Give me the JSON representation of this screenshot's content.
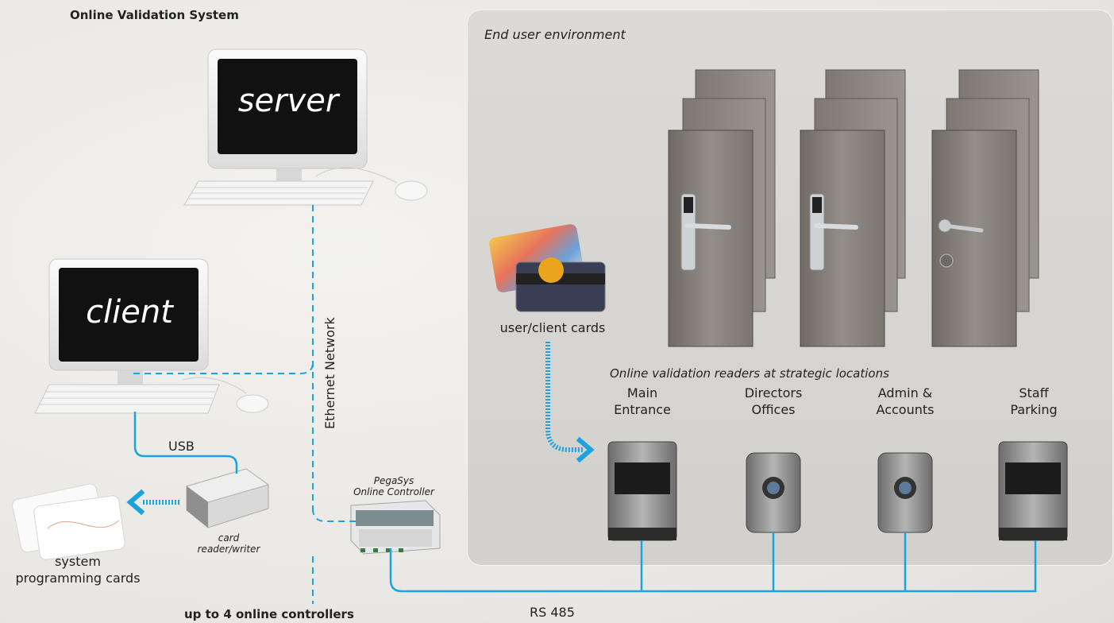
{
  "title": "Online Validation System",
  "environment": {
    "title": "End user environment",
    "readers_caption": "Online validation readers at strategic locations",
    "readers": [
      {
        "line1": "Main",
        "line2": "Entrance"
      },
      {
        "line1": "Directors",
        "line2": "Offices"
      },
      {
        "line1": "Admin &",
        "line2": "Accounts"
      },
      {
        "line1": "Staff",
        "line2": "Parking"
      }
    ],
    "cards_label": "user/client cards"
  },
  "server": {
    "screen_text": "server"
  },
  "client": {
    "screen_text": "client"
  },
  "network": {
    "label": "Ethernet Network"
  },
  "usb_label": "USB",
  "card_reader": {
    "line1": "card",
    "line2": "reader/writer"
  },
  "programming_cards": {
    "line1": "system",
    "line2": "programming cards"
  },
  "controller": {
    "line1": "PegaSys",
    "line2": "Online Controller"
  },
  "controllers_note": "up to 4 online controllers",
  "bus_label": "RS 485",
  "colors": {
    "accent": "#1aa3df",
    "panel": "#d6d4d1",
    "door": "#8a8581"
  }
}
